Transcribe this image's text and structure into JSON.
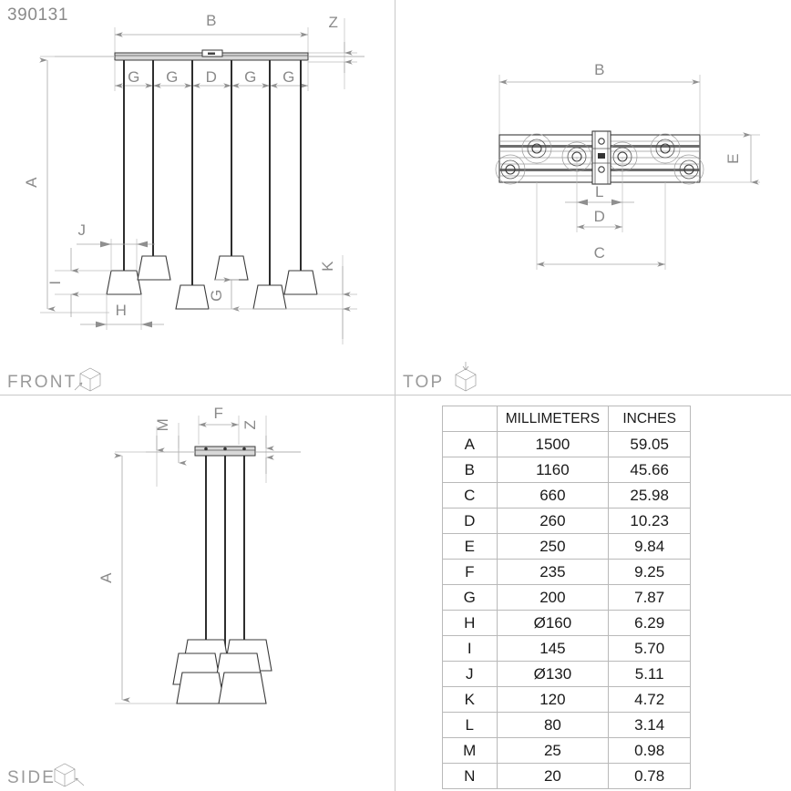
{
  "drawing": {
    "part_number": "390131",
    "views": [
      {
        "id": "front",
        "label": "FRONT",
        "icon": "cube-front-view-icon"
      },
      {
        "id": "top",
        "label": "TOP",
        "icon": "cube-top-view-icon"
      },
      {
        "id": "side",
        "label": "SIDE",
        "icon": "cube-side-view-icon"
      }
    ]
  },
  "front_view": {
    "dimension_labels": [
      "B",
      "Z",
      "G",
      "G",
      "D",
      "G",
      "G",
      "A",
      "J",
      "I",
      "H",
      "G",
      "K"
    ]
  },
  "top_view": {
    "dimension_labels": [
      "B",
      "E",
      "L",
      "D",
      "C"
    ]
  },
  "side_view": {
    "dimension_labels": [
      "M",
      "F",
      "Z",
      "A"
    ]
  },
  "dimension_table": {
    "columns": [
      "",
      "MILLIMETERS",
      "INCHES"
    ],
    "rows": [
      {
        "key": "A",
        "mm": "1500",
        "in": "59.05"
      },
      {
        "key": "B",
        "mm": "1160",
        "in": "45.66"
      },
      {
        "key": "C",
        "mm": "660",
        "in": "25.98"
      },
      {
        "key": "D",
        "mm": "260",
        "in": "10.23"
      },
      {
        "key": "E",
        "mm": "250",
        "in": "9.84"
      },
      {
        "key": "F",
        "mm": "235",
        "in": "9.25"
      },
      {
        "key": "G",
        "mm": "200",
        "in": "7.87"
      },
      {
        "key": "H",
        "mm": "Ø160",
        "in": "6.29"
      },
      {
        "key": "I",
        "mm": "145",
        "in": "5.70"
      },
      {
        "key": "J",
        "mm": "Ø130",
        "in": "5.11"
      },
      {
        "key": "K",
        "mm": "120",
        "in": "4.72"
      },
      {
        "key": "L",
        "mm": "80",
        "in": "3.14"
      },
      {
        "key": "M",
        "mm": "25",
        "in": "0.98"
      },
      {
        "key": "N",
        "mm": "20",
        "in": "0.78"
      }
    ]
  },
  "colors": {
    "object_line": "#3a3a3a",
    "dimension_line": "#a6a6a6",
    "label_text": "#8a8a8a",
    "table_text": "#1a1a1a",
    "background": "#ffffff"
  }
}
